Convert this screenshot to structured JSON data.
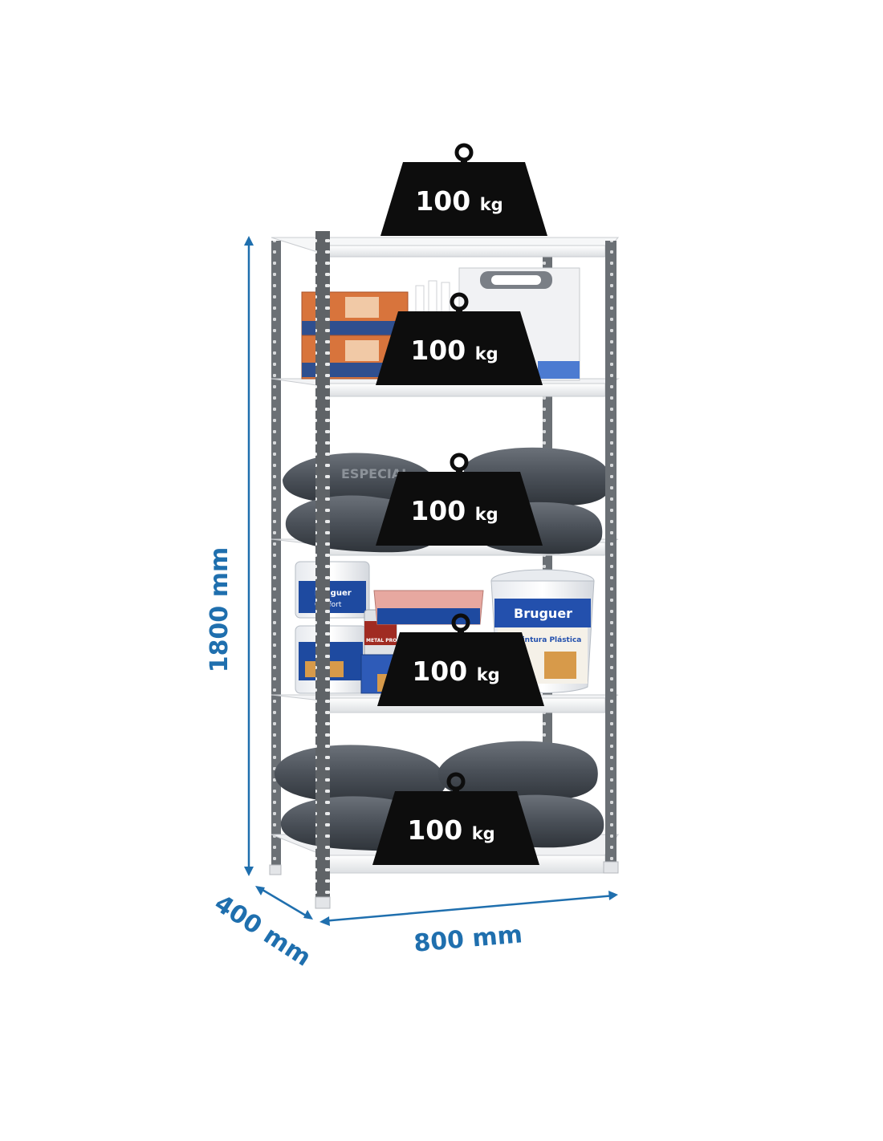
{
  "dimensions": {
    "height_label": "1800 mm",
    "width_label": "800 mm",
    "depth_label": "400 mm"
  },
  "weights": [
    {
      "num": "100",
      "unit": "kg"
    },
    {
      "num": "100",
      "unit": "kg"
    },
    {
      "num": "100",
      "unit": "kg"
    },
    {
      "num": "100",
      "unit": "kg"
    },
    {
      "num": "100",
      "unit": "kg"
    }
  ],
  "brand_labels": {
    "bruguer": "Bruguer",
    "metal_protect": "METAL PROTECT",
    "confort": "Confort",
    "especial": "ESPECIAL",
    "pintura_plastica": "Pintura Plástica"
  },
  "colors": {
    "dimension_blue": "#1f6fae",
    "weight_black": "#0d0d0d",
    "upright_gray": "#5f6367",
    "shelf_white": "#f3f4f5",
    "bag_gray": "#4a5058",
    "box_orange": "#d8743c"
  },
  "icons": {
    "weight": "weight-icon",
    "dimension_arrow": "dimension-arrow-icon"
  }
}
